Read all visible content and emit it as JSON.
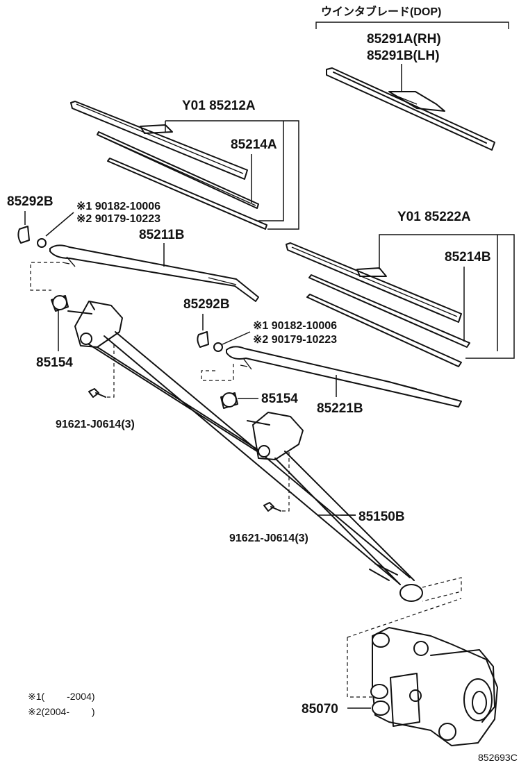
{
  "option_label": "ウインタブレード(DOP)",
  "labels": {
    "p85291A": "85291A(RH)",
    "p85291B": "85291B(LH)",
    "p85212A": "Y01 85212A",
    "p85214A": "85214A",
    "p85292B_left": "85292B",
    "p90182_left": "※1 90182-10006",
    "p90179_left": "※2 90179-10223",
    "p85211B": "85211B",
    "p85222A": "Y01 85222A",
    "p85214B": "85214B",
    "p85292B_right": "85292B",
    "p90182_right": "※1 90182-10006",
    "p90179_right": "※2 90179-10223",
    "p85154_left": "85154",
    "p85154_right": "85154",
    "p85221B": "85221B",
    "p91621_left": "91621-J0614(3)",
    "p91621_right": "91621-J0614(3)",
    "p85150B": "85150B",
    "p85070": "85070"
  },
  "notes": {
    "note1": "※1(　　 -2004)",
    "note2": "※2(2004-　　 )"
  },
  "diagram_code": "852693C"
}
